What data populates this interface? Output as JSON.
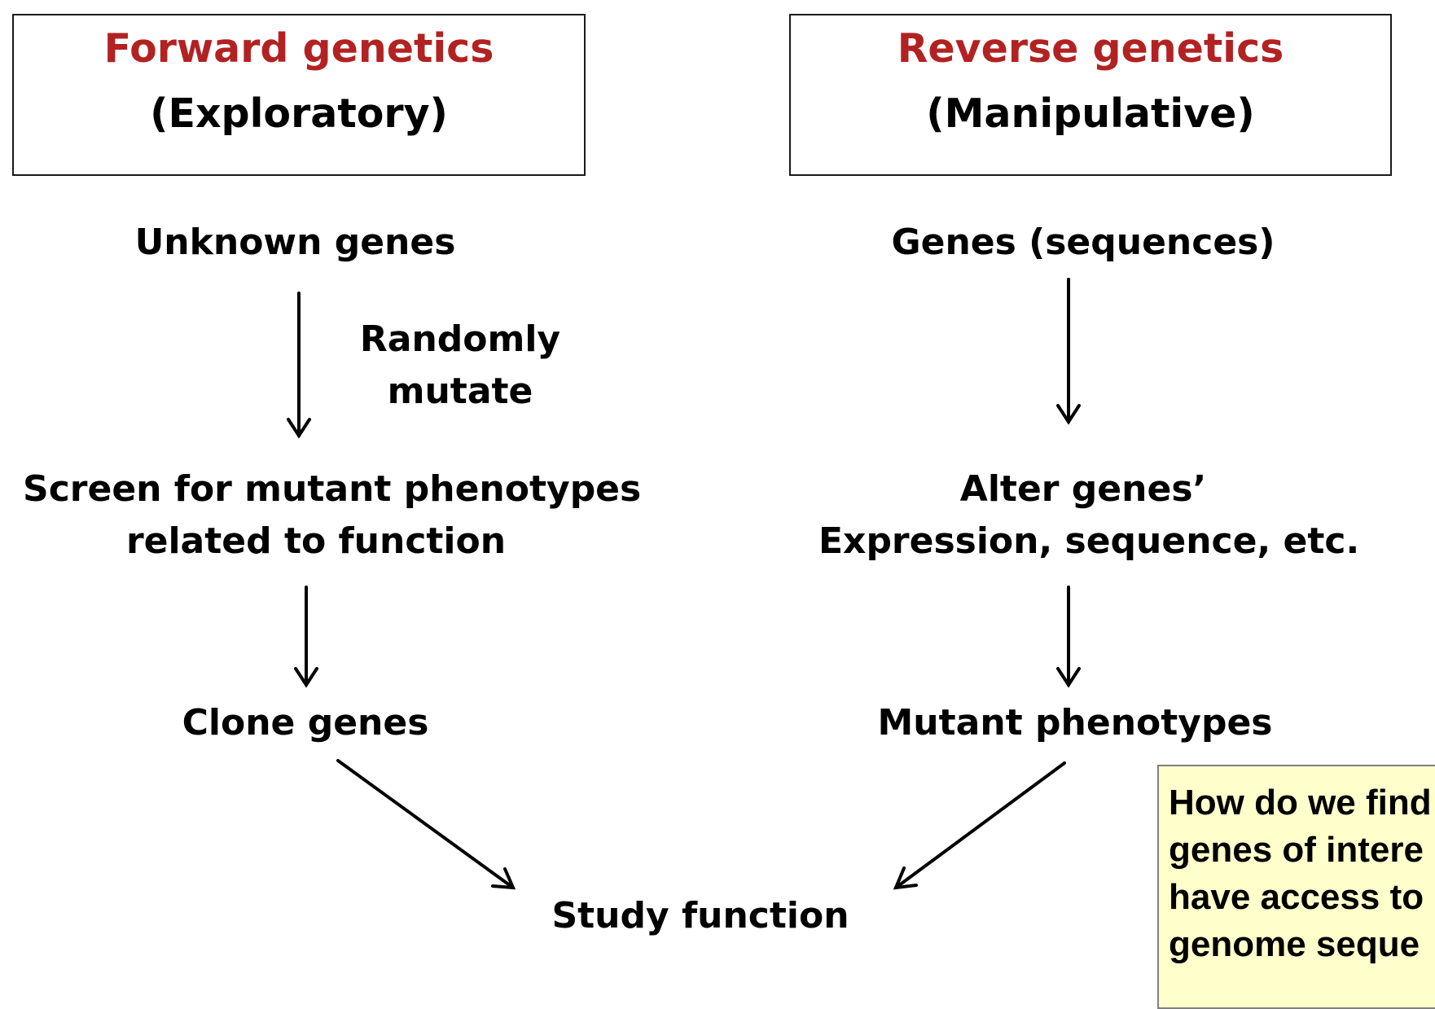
{
  "forward": {
    "title": "Forward genetics",
    "subtitle": "(Exploratory)",
    "step1": "Unknown genes",
    "arrow_label_line1": "Randomly",
    "arrow_label_line2": "mutate",
    "step2_line1": "Screen for mutant phenotypes",
    "step2_line2": "related to function",
    "step3": "Clone genes"
  },
  "reverse": {
    "title": "Reverse genetics",
    "subtitle": "(Manipulative)",
    "step1": "Genes (sequences)",
    "step2_line1": "Alter genes’",
    "step2_line2": "Expression, sequence, etc.",
    "step3": "Mutant phenotypes"
  },
  "result": "Study function",
  "note": {
    "line1": "How do we find",
    "line2": "genes of intere",
    "line3": "have access to",
    "line4": "genome seque"
  },
  "colors": {
    "title": "#b22222",
    "note_bg": "#ffffcc"
  }
}
